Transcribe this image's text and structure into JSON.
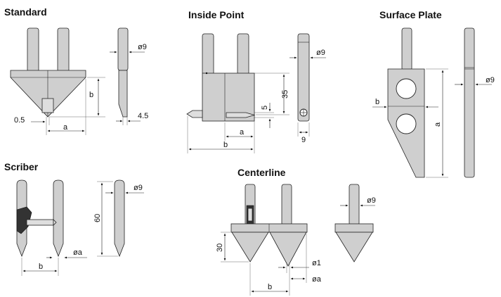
{
  "titles": {
    "standard": "Standard",
    "inside_point": "Inside Point",
    "surface_plate": "Surface Plate",
    "scriber": "Scriber",
    "centerline": "Centerline"
  },
  "labels": {
    "standard_b": "b",
    "standard_05": "0.5",
    "standard_a": "a",
    "standard_o9": "ø9",
    "standard_45": "4.5",
    "inside_o9": "ø9",
    "inside_35": "35",
    "inside_5": "5",
    "inside_a": "a",
    "inside_b": "b",
    "inside_9": "9",
    "surface_b": "b",
    "surface_a": "a",
    "surface_o9": "ø9",
    "scriber_60": "60",
    "scriber_o9": "ø9",
    "scriber_b": "b",
    "scriber_oa": "øa",
    "center_30": "30",
    "center_o1": "ø1",
    "center_oa": "øa",
    "center_b": "b",
    "center_o9": "ø9"
  }
}
